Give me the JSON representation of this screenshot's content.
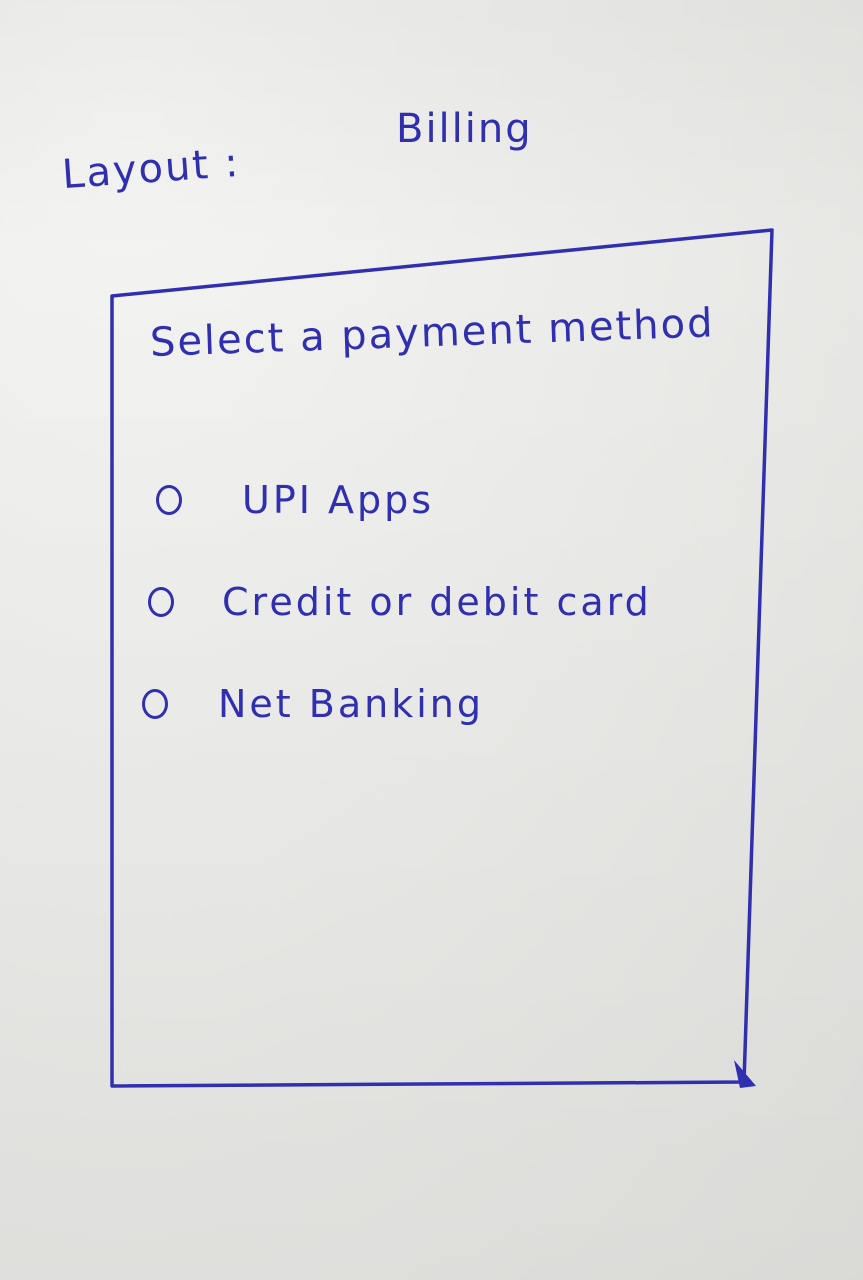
{
  "sketch": {
    "layout_label": "Layout :",
    "layout_title": "Billing"
  },
  "billing": {
    "heading": "Select a payment method",
    "options": [
      {
        "label": "UPI Apps",
        "selected": false
      },
      {
        "label": "Credit or debit card",
        "selected": false
      },
      {
        "label": "Net Banking",
        "selected": false
      }
    ]
  },
  "colors": {
    "ink": "#2f2fb0",
    "paper": "#ececea"
  }
}
